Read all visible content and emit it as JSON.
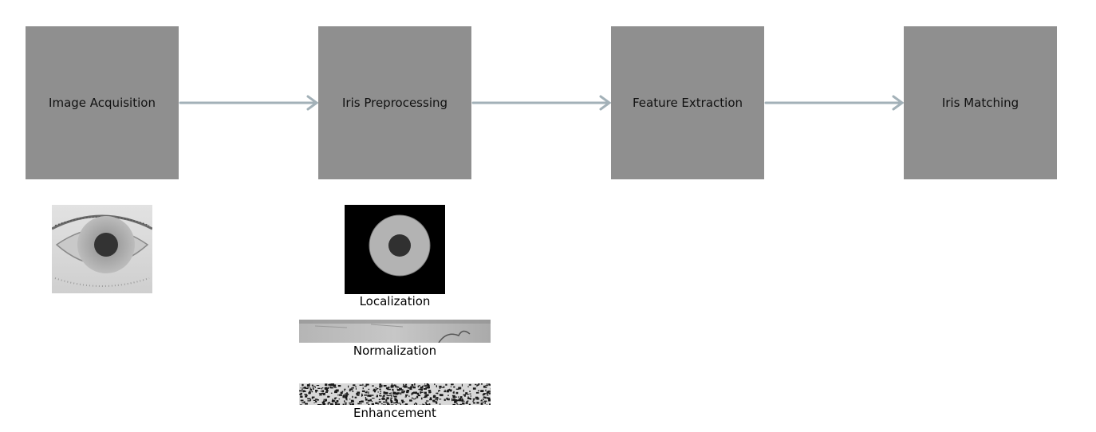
{
  "stages": [
    {
      "label": "Image Acquisition"
    },
    {
      "label": "Iris Preprocessing"
    },
    {
      "label": "Feature Extraction"
    },
    {
      "label": "Iris Matching"
    }
  ],
  "preprocessing_steps": [
    {
      "label": "Localization"
    },
    {
      "label": "Normalization"
    },
    {
      "label": "Enhancement"
    }
  ],
  "colors": {
    "box_fill": "#8f8f8f",
    "arrow": "#a3b1b8"
  }
}
